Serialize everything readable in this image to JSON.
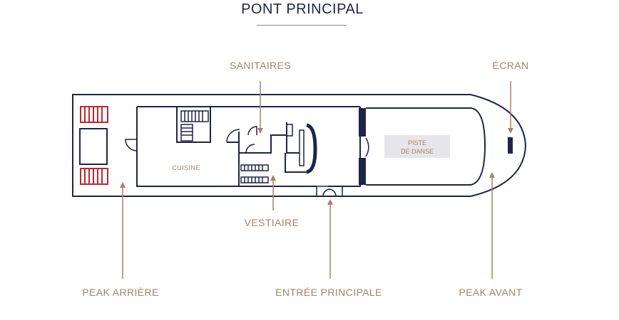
{
  "title": "PONT PRINCIPAL",
  "labels": {
    "sanitaires": "SANITAIRES",
    "ecran": "ÉCRAN",
    "vestiaire": "VESTIAIRE",
    "peak_arriere": "PEAK ARRIÈRE",
    "entree_principale": "ENTRÉE PRINCIPALE",
    "peak_avant": "PEAK AVANT",
    "cuisine": "CUISINE",
    "piste_line1": "PISTE",
    "piste_line2": "DE DANSE"
  },
  "colors": {
    "outline": "#1f2448",
    "label": "#a08567",
    "stairs_red": "#c2272d",
    "dance_floor": "#e6e6ea"
  }
}
